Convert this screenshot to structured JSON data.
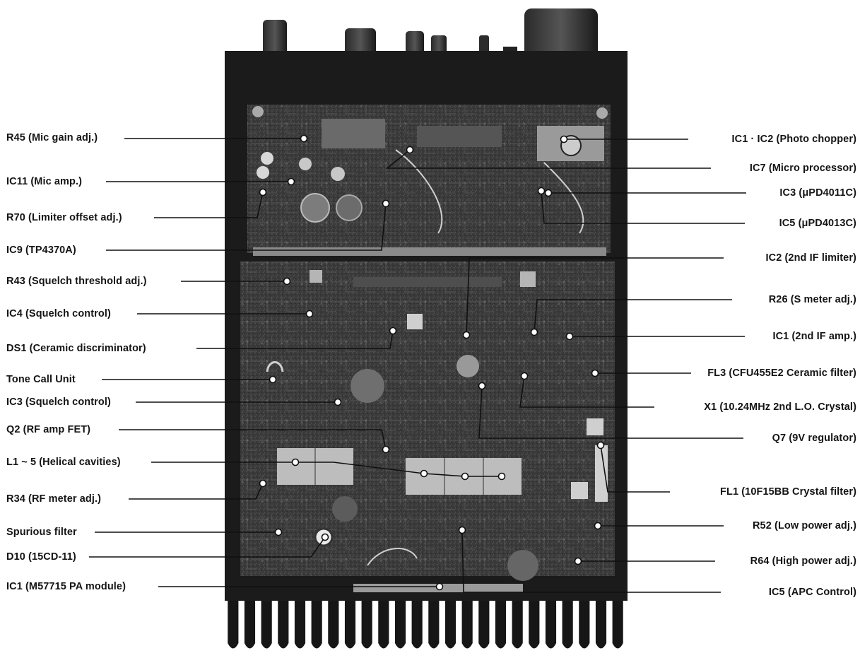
{
  "colors": {
    "background": "#ffffff",
    "text": "#141414",
    "chassis": "#1b1b1b",
    "board": "#3a3a3a",
    "leader": "#101010"
  },
  "labels_left": [
    {
      "id": "r45",
      "text": "R45 (Mic gain adj.)"
    },
    {
      "id": "ic11",
      "text": "IC11 (Mic amp.)"
    },
    {
      "id": "r70",
      "text": "R70 (Limiter offset adj.)"
    },
    {
      "id": "ic9",
      "text": "IC9 (TP4370A)"
    },
    {
      "id": "r43",
      "text": "R43 (Squelch threshold adj.)"
    },
    {
      "id": "ic4",
      "text": "IC4 (Squelch control)"
    },
    {
      "id": "ds1",
      "text": "DS1 (Ceramic discriminator)"
    },
    {
      "id": "tone",
      "text": "Tone Call Unit"
    },
    {
      "id": "ic3l",
      "text": "IC3 (Squelch control)"
    },
    {
      "id": "q2",
      "text": "Q2 (RF amp FET)"
    },
    {
      "id": "l1",
      "text": "L1 ~ 5 (Helical cavities)"
    },
    {
      "id": "r34",
      "text": "R34 (RF meter adj.)"
    },
    {
      "id": "spur",
      "text": "Spurious filter"
    },
    {
      "id": "d10",
      "text": "D10 (15CD-11)"
    },
    {
      "id": "ic1pa",
      "text": "IC1 (M57715 PA module)"
    }
  ],
  "labels_right": [
    {
      "id": "ic1ic2",
      "text": "IC1 · IC2 (Photo chopper)"
    },
    {
      "id": "ic7",
      "text": "IC7 (Micro processor)"
    },
    {
      "id": "ic3r",
      "text": "IC3 (μPD4011C)"
    },
    {
      "id": "ic5r",
      "text": "IC5 (μPD4013C)"
    },
    {
      "id": "ic2r",
      "text": "IC2 (2nd IF limiter)"
    },
    {
      "id": "r26",
      "text": "R26 (S meter adj.)"
    },
    {
      "id": "ic1r",
      "text": "IC1 (2nd IF amp.)"
    },
    {
      "id": "fl3",
      "text": "FL3 (CFU455E2 Ceramic filter)"
    },
    {
      "id": "x1",
      "text": "X1 (10.24MHz 2nd L.O. Crystal)"
    },
    {
      "id": "q7",
      "text": "Q7 (9V regulator)"
    },
    {
      "id": "fl1",
      "text": "FL1 (10F15BB Crystal filter)"
    },
    {
      "id": "r52",
      "text": "R52 (Low power adj.)"
    },
    {
      "id": "r64",
      "text": "R64 (High power adj.)"
    },
    {
      "id": "ic5apc",
      "text": "IC5 (APC Control)"
    }
  ]
}
